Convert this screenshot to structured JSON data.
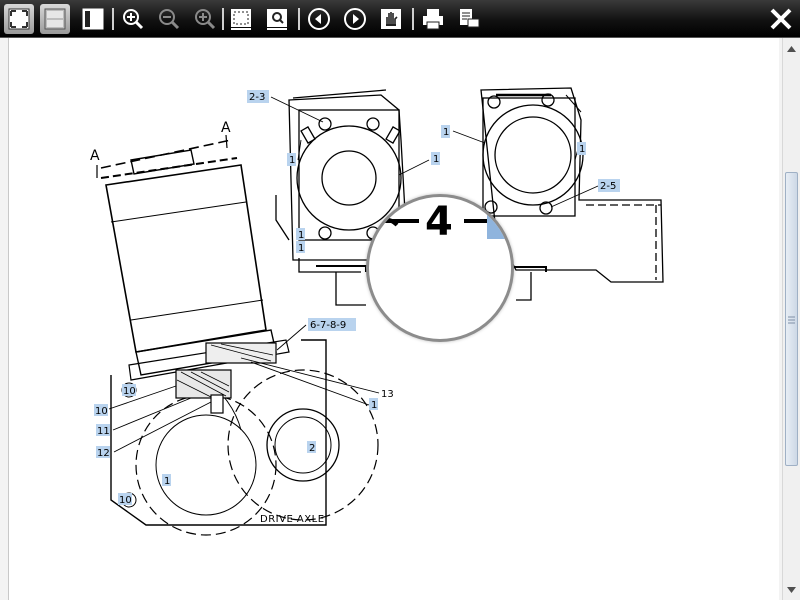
{
  "toolbar": {
    "buttons": [
      {
        "name": "fit-page-icon",
        "title": "Fit page"
      },
      {
        "name": "single-page-icon",
        "title": "Single page"
      },
      {
        "name": "page-layout-icon",
        "title": "Page layout"
      },
      {
        "name": "zoom-in-icon",
        "title": "Zoom in"
      },
      {
        "name": "zoom-out-icon",
        "title": "Zoom out"
      },
      {
        "name": "zoom-reset-icon",
        "title": "Zoom"
      },
      {
        "name": "select-area-icon",
        "title": "Select area"
      },
      {
        "name": "find-icon",
        "title": "Find"
      },
      {
        "name": "previous-icon",
        "title": "Previous"
      },
      {
        "name": "next-icon",
        "title": "Next"
      },
      {
        "name": "pan-hand-icon",
        "title": "Pan"
      },
      {
        "name": "print-icon",
        "title": "Print"
      },
      {
        "name": "print-preview-icon",
        "title": "Print preview"
      },
      {
        "name": "close-icon",
        "title": "Close"
      }
    ]
  },
  "drawing": {
    "section_marks": {
      "left": "A",
      "right": "A"
    },
    "callouts": {
      "c2_3": "2-3",
      "c2_5": "2-5",
      "c1": "1",
      "c6789": "6-7-8-9",
      "c13": "13",
      "c10a": "10",
      "c10b": "10",
      "c10c": "10",
      "c11": "11",
      "c12": "12",
      "c2": "2"
    },
    "axle_label": "DRIVE AXLE",
    "magnified_label": "4"
  }
}
